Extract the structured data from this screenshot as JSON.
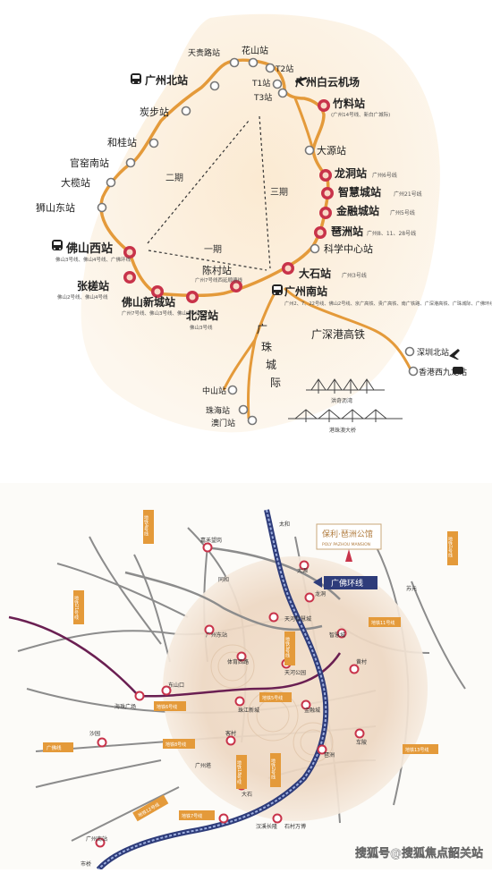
{
  "top_map": {
    "stations": [
      {
        "id": "tianguilu",
        "label": "天贵路站"
      },
      {
        "id": "huashan",
        "label": "花山站"
      },
      {
        "id": "t2",
        "label": "T2站"
      },
      {
        "id": "t1",
        "label": "T1站"
      },
      {
        "id": "t3",
        "label": "T3站"
      },
      {
        "id": "gz_north",
        "label": "广州北站"
      },
      {
        "id": "tanbu",
        "label": "炭步站"
      },
      {
        "id": "baiyun",
        "label": "广州白云机场"
      },
      {
        "id": "zhuliao",
        "label": "竹料站",
        "sub": "(广州14号线、新白广城际)"
      },
      {
        "id": "heguizhan",
        "label": "和桂站"
      },
      {
        "id": "guanyaonan",
        "label": "官窑南站"
      },
      {
        "id": "dayuan",
        "label": "大源站"
      },
      {
        "id": "dalan",
        "label": "大榄站"
      },
      {
        "id": "longdong",
        "label": "龙洞站",
        "sub": "广州6号线"
      },
      {
        "id": "zhihuicheng",
        "label": "智慧城站",
        "sub": "广州21号线"
      },
      {
        "id": "shishandong",
        "label": "狮山东站"
      },
      {
        "id": "jinrongcheng",
        "label": "金融城站",
        "sub": "广州5号线"
      },
      {
        "id": "pazhou",
        "label": "琶洲站",
        "sub": "广州8、11、28号线"
      },
      {
        "id": "kexuezx",
        "label": "科学中心站"
      },
      {
        "id": "fs_west",
        "label": "佛山西站",
        "sub": "佛山3号线、佛山4号线、广佛环线"
      },
      {
        "id": "chencun",
        "label": "陈村站",
        "sub": "广州7号线西延顺德线"
      },
      {
        "id": "dashi",
        "label": "大石站",
        "sub": "广州3号线"
      },
      {
        "id": "zhangcha",
        "label": "张槎站",
        "sub": "佛山2号线、佛山4号线"
      },
      {
        "id": "gz_south",
        "label": "广州南站",
        "sub": "广州2、7、22号线、佛山2号线、京广高铁、贵广高铁、南广铁路、广深港高铁、广珠城际、广佛环线"
      },
      {
        "id": "fsxc",
        "label": "佛山新城站",
        "sub": "广州7号线、佛山3号线、佛山2号线"
      },
      {
        "id": "beijiao",
        "label": "北滘站",
        "sub": "佛山3号线"
      },
      {
        "id": "zhongshan",
        "label": "中山站"
      },
      {
        "id": "zhuhai",
        "label": "珠海站"
      },
      {
        "id": "aomen",
        "label": "澳门站"
      },
      {
        "id": "sz_north",
        "label": "深圳北站"
      },
      {
        "id": "hk_west",
        "label": "香港西九龙站"
      }
    ],
    "phase_labels": {
      "phase1": "一期",
      "phase2": "二期",
      "phase3": "三期"
    },
    "line_labels": {
      "gsg": "广深港高铁",
      "gzcj_1": "广",
      "gzcj_2": "珠",
      "gzcj_3": "城",
      "gzcj_4": "际"
    },
    "bridges": {
      "bridge1": "洪奇沥湾",
      "bridge2": "港珠澳大桥"
    }
  },
  "bottom_map": {
    "project_logo": {
      "title": "保利·琶洲公馆",
      "subtitle": "POLY PAZHOU MANSION"
    },
    "circle_line_label": "广佛环线",
    "stations": [
      {
        "id": "taihe",
        "label": "太和"
      },
      {
        "id": "jiahe",
        "label": "嘉禾望岗"
      },
      {
        "id": "tonghe",
        "label": "同和"
      },
      {
        "id": "dayuan_b",
        "label": "大源"
      },
      {
        "id": "longdong_b",
        "label": "龙洞"
      },
      {
        "id": "suyuan",
        "label": "苏元"
      },
      {
        "id": "tianhe_zhihui",
        "label": "天河智慧城"
      },
      {
        "id": "zhihuicheng_b",
        "label": "智慧城"
      },
      {
        "id": "gzdong",
        "label": "广州东站"
      },
      {
        "id": "tiyu",
        "label": "体育西路"
      },
      {
        "id": "tianhe_gy",
        "label": "天河公园"
      },
      {
        "id": "huangcun",
        "label": "黄村"
      },
      {
        "id": "dongshankou",
        "label": "东山口"
      },
      {
        "id": "haizhu_gc",
        "label": "海珠广场"
      },
      {
        "id": "zhujiang",
        "label": "珠江新城"
      },
      {
        "id": "jinrong_b",
        "label": "金融城"
      },
      {
        "id": "chebei",
        "label": "车陂"
      },
      {
        "id": "kecun",
        "label": "客村"
      },
      {
        "id": "pazhou_b",
        "label": "琶洲"
      },
      {
        "id": "shayuan",
        "label": "沙园"
      },
      {
        "id": "guangzhoutan",
        "label": "广州塔"
      },
      {
        "id": "dashi_b",
        "label": "大石"
      },
      {
        "id": "hanxi",
        "label": "汉溪长隆"
      },
      {
        "id": "shicun",
        "label": "石村万博"
      },
      {
        "id": "gz_south_b",
        "label": "广州南站"
      },
      {
        "id": "cheng",
        "label": "市桥"
      }
    ],
    "line_badges": [
      {
        "id": "l3",
        "label": "地铁3号线"
      },
      {
        "id": "l5",
        "label": "地铁5号线"
      },
      {
        "id": "l6",
        "label": "地铁6号线"
      },
      {
        "id": "l8",
        "label": "地铁8号线"
      },
      {
        "id": "l11",
        "label": "地铁11号线"
      },
      {
        "id": "l13",
        "label": "地铁13号线"
      },
      {
        "id": "l21",
        "label": "地铁21号线"
      },
      {
        "id": "l18",
        "label": "地铁18号线"
      },
      {
        "id": "l7",
        "label": "地铁7号线"
      },
      {
        "id": "gf",
        "label": "广佛线"
      },
      {
        "id": "l2",
        "label": "地铁2号线"
      },
      {
        "id": "l1",
        "label": "地铁1号线"
      },
      {
        "id": "l4",
        "label": "地铁4号线"
      },
      {
        "id": "l12",
        "label": "地铁12号线"
      }
    ]
  },
  "watermark": {
    "text": "搜狐号@搜狐焦点韶关站"
  },
  "colors": {
    "orange": "#E49A3A",
    "red": "#C8334A",
    "navy": "#2E3C7A",
    "purple": "#6A1F52",
    "cream": "#F8E9D4",
    "grey": "#555555"
  }
}
